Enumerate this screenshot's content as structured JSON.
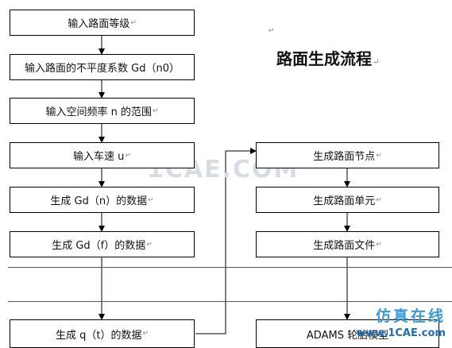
{
  "title": "路面生成流程",
  "edit_mark": "↵",
  "left_steps": [
    "输入路面等级",
    "输入路面的不平度系数 Gd（n0）",
    "输入空间频率 n 的范围",
    "输入车速 u",
    "生成 Gd（n）的数据",
    "生成 Gd（f）的数据",
    "生成 q（t）的数据"
  ],
  "right_steps": [
    "生成路面节点",
    "生成路面单元",
    "生成路面文件",
    "ADAMS 轮胎模型"
  ],
  "watermark": "1CAE.COM",
  "logo": {
    "text": "仿真在线",
    "url": "www.1CAE.com",
    "color": "#3a9bd6"
  }
}
